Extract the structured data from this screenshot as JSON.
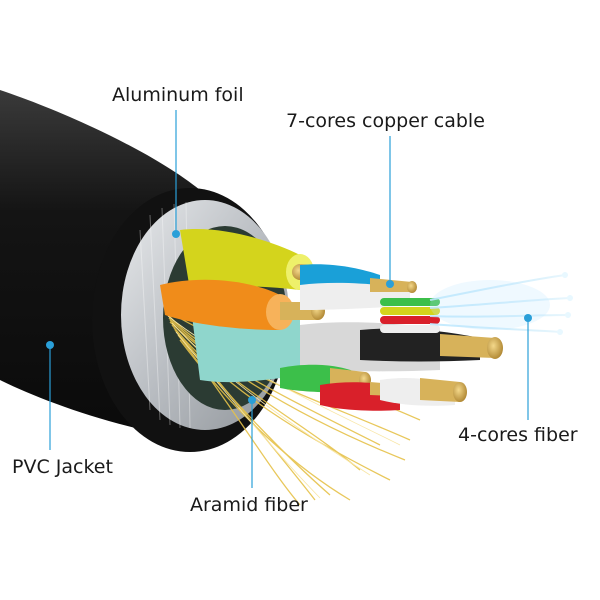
{
  "labels": {
    "aluminum_foil": "Aluminum foil",
    "copper_cable": "7-cores copper cable",
    "fiber": "4-cores fiber",
    "pvc_jacket": "PVC Jacket",
    "aramid_fiber": "Aramid fiber"
  },
  "colors": {
    "jacket": "#141414",
    "foil": "#c8ccd0",
    "leader": "#2a9fd8",
    "copper": "#c9a24a",
    "aramid": "#e6c24a",
    "fiber_glow": "#8fd4f5",
    "cores": {
      "yellow": "#d4d41c",
      "orange": "#f08c1a",
      "white": "#eeeeee",
      "teal": "#8fd6cc",
      "green": "#3cbf4a",
      "red": "#d9202a",
      "blue": "#1aa0d8",
      "black": "#222222"
    }
  }
}
